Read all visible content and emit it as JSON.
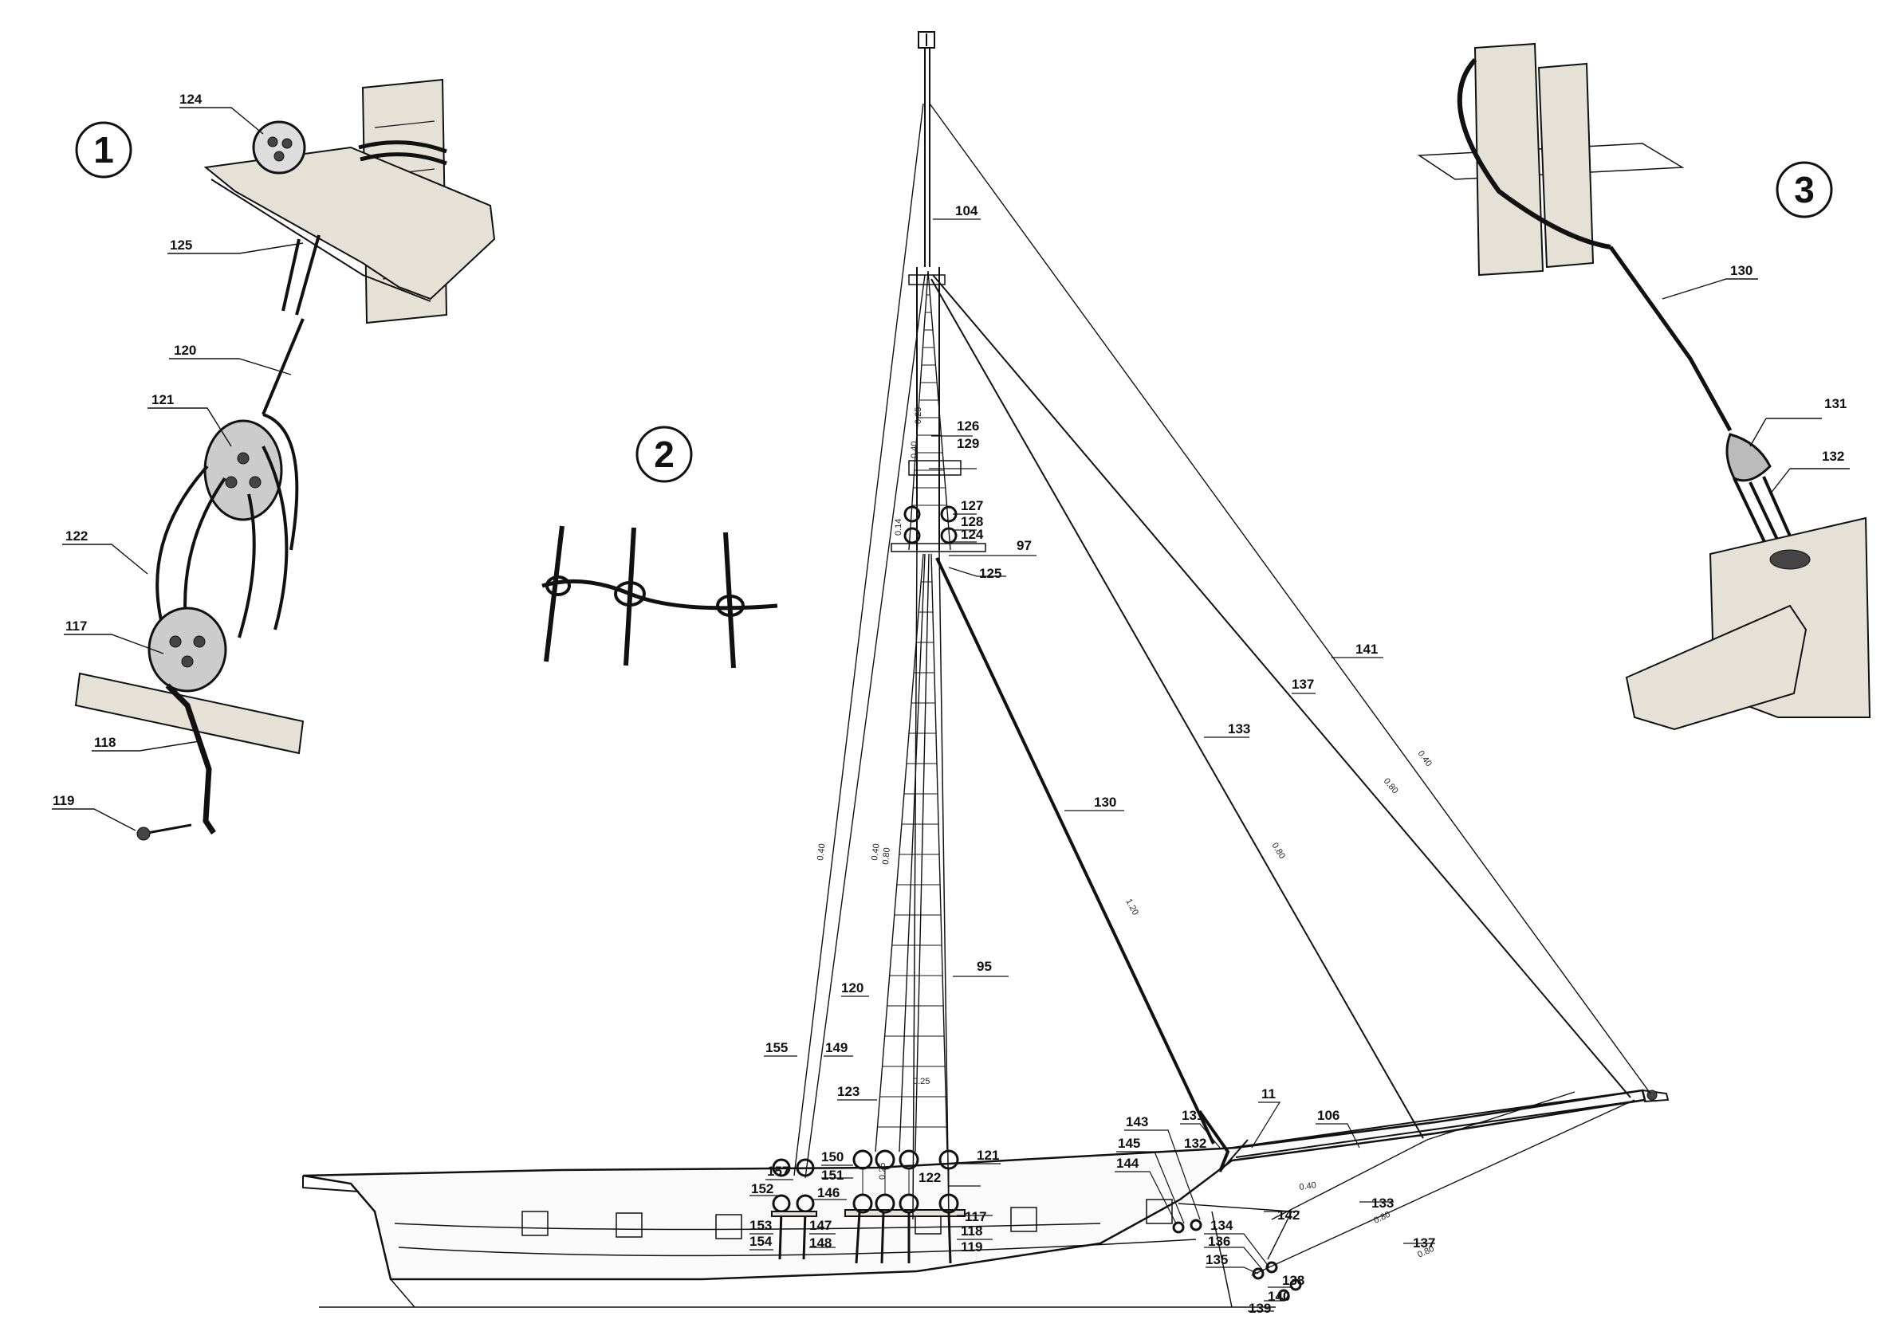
{
  "detail_numbers": [
    "1",
    "2",
    "3"
  ],
  "part_labels": [
    "11",
    "95",
    "97",
    "104",
    "106",
    "117",
    "118",
    "119",
    "120",
    "121",
    "122",
    "123",
    "124",
    "125",
    "126",
    "127",
    "128",
    "129",
    "130",
    "131",
    "132",
    "133",
    "134",
    "135",
    "136",
    "137",
    "138",
    "139",
    "140",
    "141",
    "142",
    "143",
    "144",
    "145",
    "146",
    "147",
    "148",
    "149",
    "150",
    "151",
    "152",
    "153",
    "154",
    "155",
    "157"
  ],
  "callouts": {
    "d1_124": "124",
    "d1_125": "125",
    "d1_120": "120",
    "d1_121": "121",
    "d1_122": "122",
    "d1_117": "117",
    "d1_118": "118",
    "d1_119": "119",
    "d3_130": "130",
    "d3_131": "131",
    "d3_132": "132",
    "m_104": "104",
    "m_126": "126",
    "m_129": "129",
    "m_127": "127",
    "m_128": "128",
    "m_124": "124",
    "m_97": "97",
    "m_125": "125",
    "m_141": "141",
    "m_137": "137",
    "m_133": "133",
    "m_130": "130",
    "m_95": "95",
    "m_120": "120",
    "m_155": "155",
    "m_149": "149",
    "m_123": "123",
    "m_121": "121",
    "m_150": "150",
    "m_157": "157",
    "m_151": "151",
    "m_152": "152",
    "m_146": "146",
    "m_122": "122",
    "m_117": "117",
    "m_118": "118",
    "m_119": "119",
    "m_153": "153",
    "m_147": "147",
    "m_154": "154",
    "m_148": "148",
    "m_11": "11",
    "m_106": "106",
    "m_143": "143",
    "m_131": "131",
    "m_132": "132",
    "m_145": "145",
    "m_144": "144",
    "m_142": "142",
    "m_133b": "133",
    "m_134": "134",
    "m_136": "136",
    "m_135": "135",
    "m_137b": "137",
    "m_138": "138",
    "m_140": "140",
    "m_139": "139"
  },
  "rope_sizes": {
    "s025a": "0.25",
    "s040a": "0.40",
    "s014": "0.14",
    "s040b": "0.40",
    "s040c": "0.40",
    "s080a": "0.80",
    "s025b": "0.25",
    "s025c": "0.25",
    "s120": "1.20",
    "s080b": "0.80",
    "s080c": "0.80",
    "s040d": "0.40",
    "s040e": "0.40",
    "s080d": "0.80",
    "s080e": "0.80"
  }
}
